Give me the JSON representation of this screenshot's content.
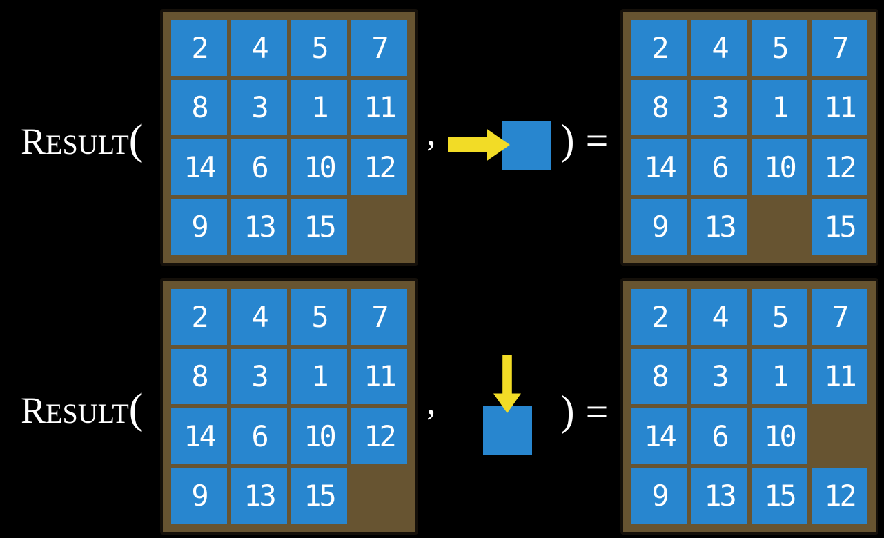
{
  "colors": {
    "background": "#000000",
    "tile_blue": "#2886CF",
    "board_brown": "#675431",
    "board_outline": "#15100A",
    "arrow_yellow": "#F2DC26",
    "text_color": "#FFFFFF"
  },
  "equations": [
    {
      "function_name_initial": "R",
      "function_name_rest": "ESULT",
      "open_paren": "(",
      "comma": ",",
      "action_icon": "right-arrow-icon",
      "action_meaning": "slide blank tile right",
      "close_paren": ")",
      "equals_sign": "=",
      "input_board": [
        [
          "2",
          "4",
          "5",
          "7"
        ],
        [
          "8",
          "3",
          "1",
          "11"
        ],
        [
          "14",
          "6",
          "10",
          "12"
        ],
        [
          "9",
          "13",
          "15",
          ""
        ]
      ],
      "output_board": [
        [
          "2",
          "4",
          "5",
          "7"
        ],
        [
          "8",
          "3",
          "1",
          "11"
        ],
        [
          "14",
          "6",
          "10",
          "12"
        ],
        [
          "9",
          "13",
          "",
          "15"
        ]
      ]
    },
    {
      "function_name_initial": "R",
      "function_name_rest": "ESULT",
      "open_paren": "(",
      "comma": ",",
      "action_icon": "down-arrow-icon",
      "action_meaning": "slide blank tile down",
      "close_paren": ")",
      "equals_sign": "=",
      "input_board": [
        [
          "2",
          "4",
          "5",
          "7"
        ],
        [
          "8",
          "3",
          "1",
          "11"
        ],
        [
          "14",
          "6",
          "10",
          "12"
        ],
        [
          "9",
          "13",
          "15",
          ""
        ]
      ],
      "output_board": [
        [
          "2",
          "4",
          "5",
          "7"
        ],
        [
          "8",
          "3",
          "1",
          "11"
        ],
        [
          "14",
          "6",
          "10",
          ""
        ],
        [
          "9",
          "13",
          "15",
          "12"
        ]
      ]
    }
  ]
}
